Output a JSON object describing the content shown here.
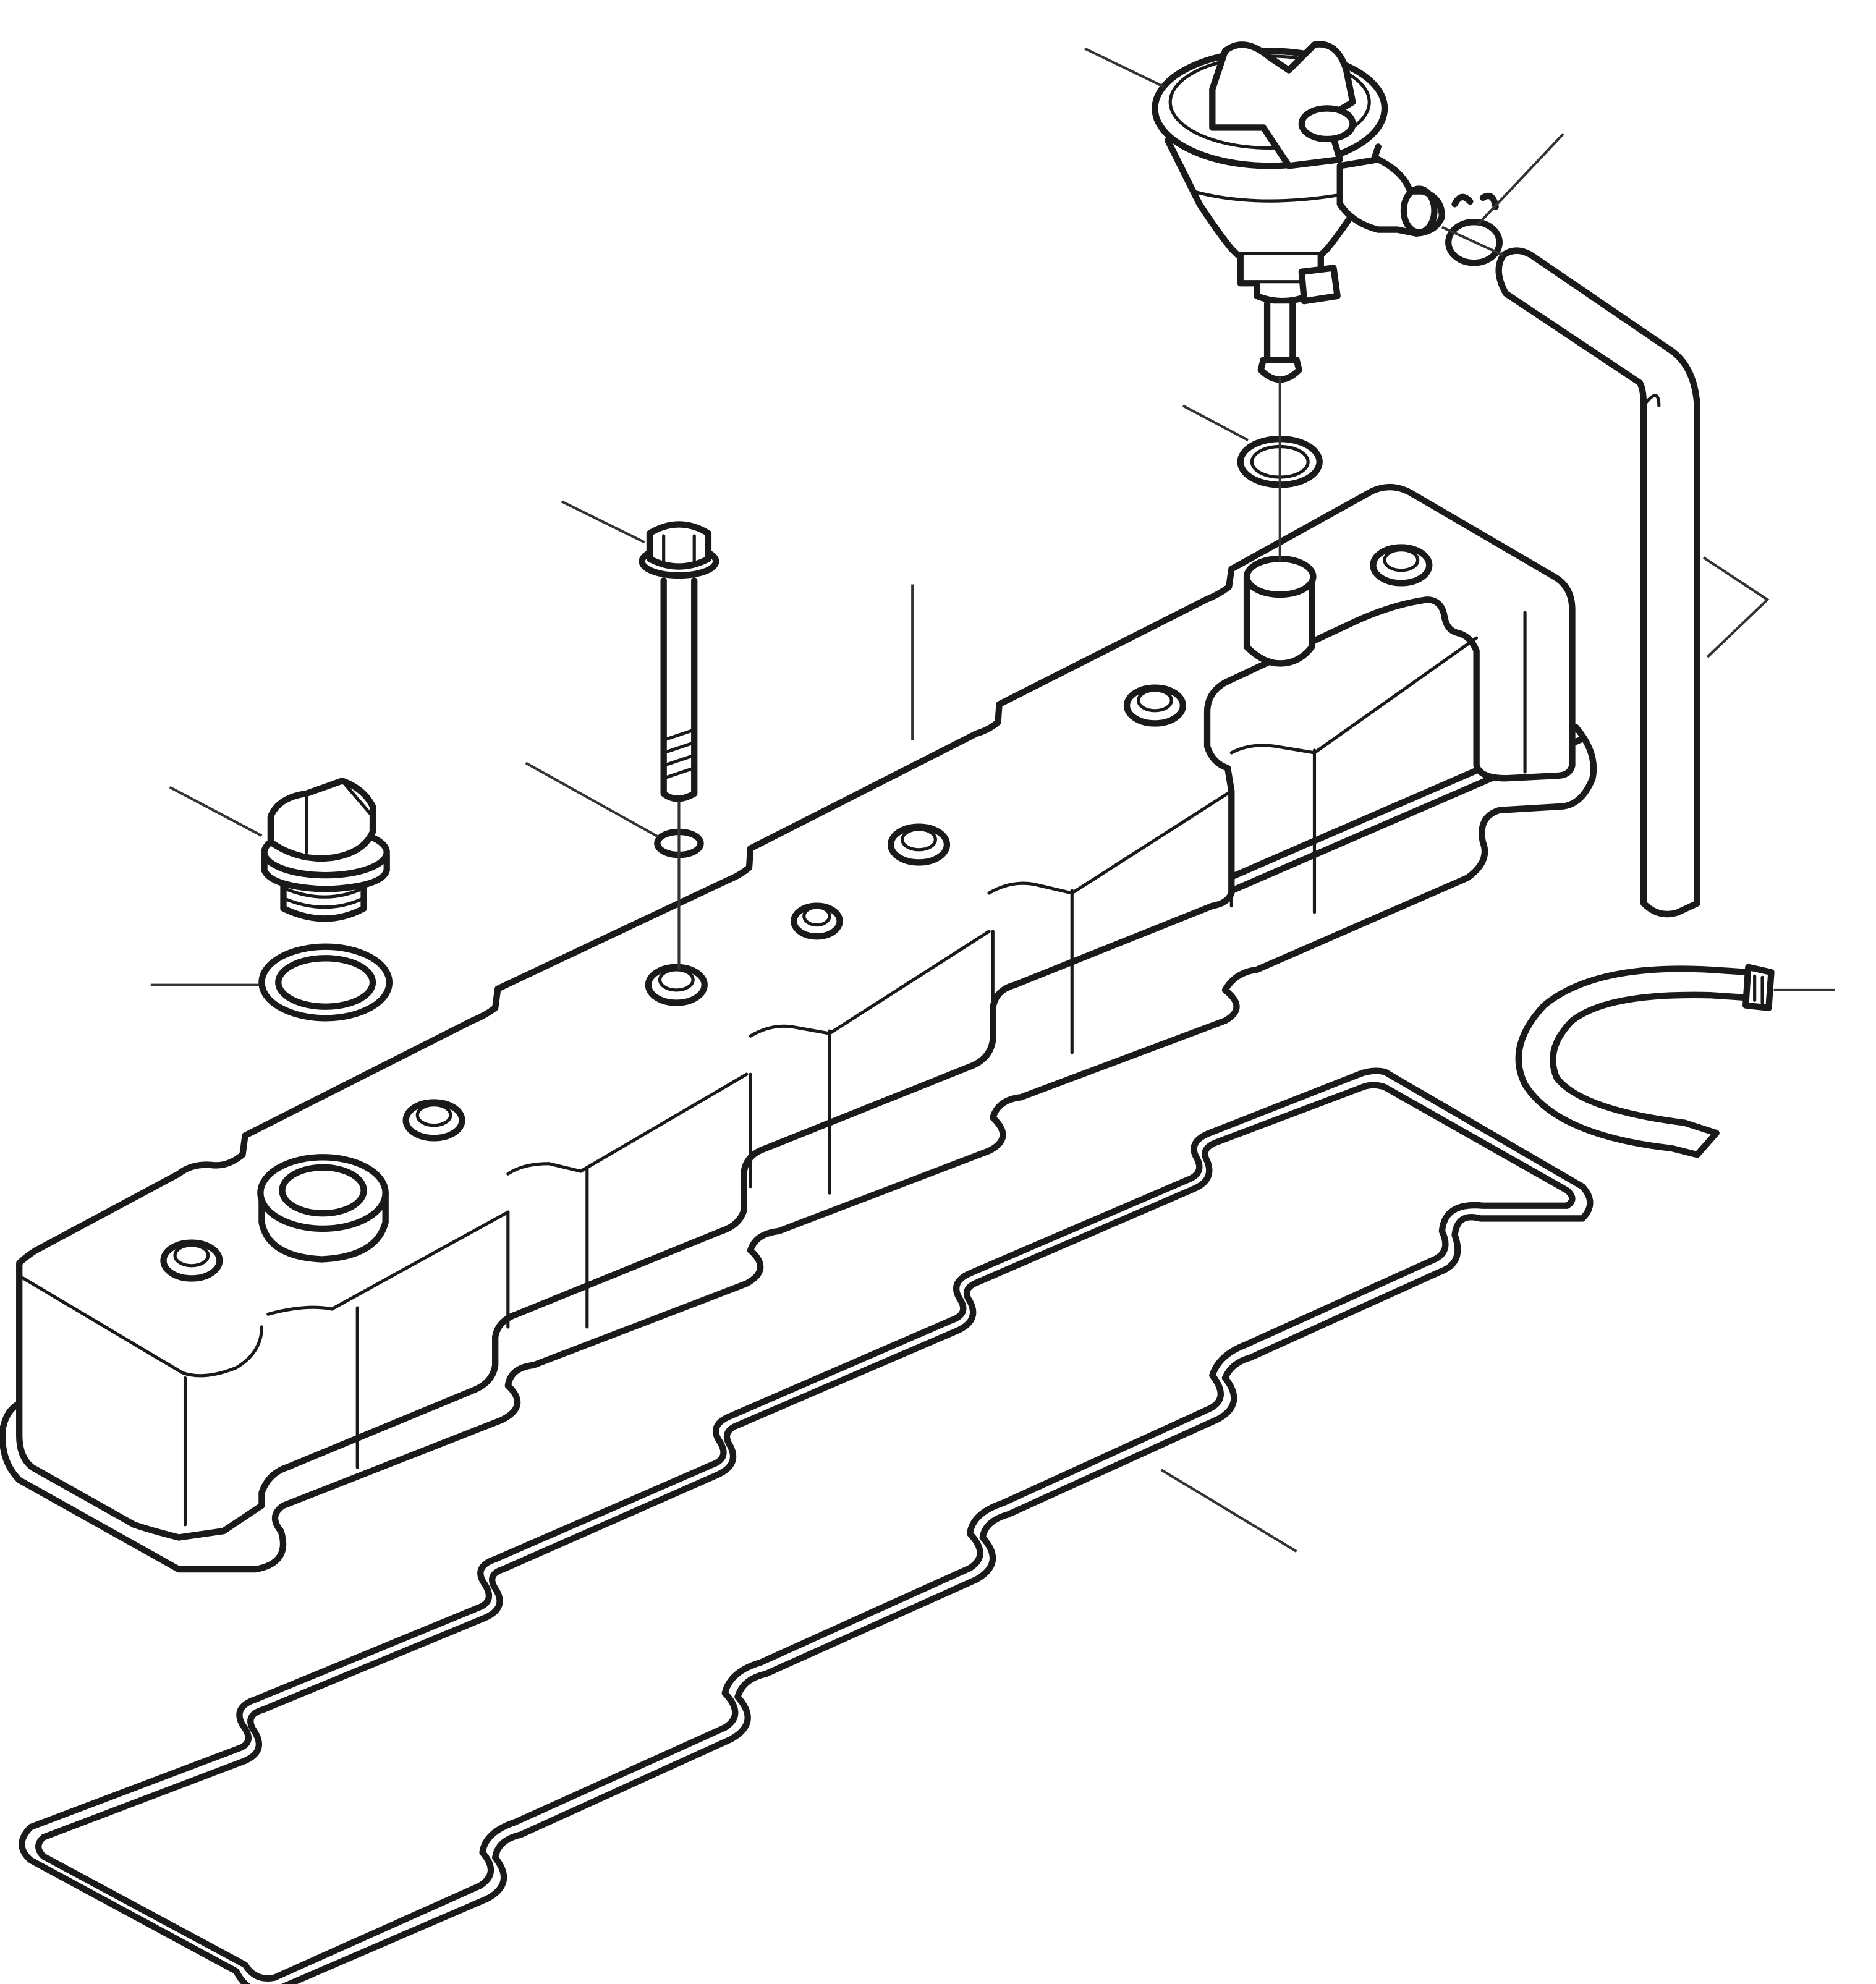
{
  "diagram": {
    "colors": {
      "line": "#1a1a1a",
      "leader": "#333333",
      "background": "#ffffff"
    },
    "parts": [
      {
        "key": "breather",
        "icon": "crankcase-breather-icon"
      },
      {
        "key": "hose-clip",
        "icon": "spring-clip-icon"
      },
      {
        "key": "breather-hose",
        "icon": "hose-icon"
      },
      {
        "key": "breather-o-ring",
        "icon": "o-ring-icon"
      },
      {
        "key": "bolt",
        "icon": "flange-bolt-icon"
      },
      {
        "key": "valve-cover",
        "icon": "valve-cover-icon"
      },
      {
        "key": "bolt-washer",
        "icon": "washer-icon"
      },
      {
        "key": "oil-filler-cap",
        "icon": "filler-cap-icon"
      },
      {
        "key": "cap-seal-ring",
        "icon": "seal-ring-icon"
      },
      {
        "key": "strap-clamp",
        "icon": "band-clamp-icon"
      },
      {
        "key": "cover-gasket",
        "icon": "gasket-icon"
      }
    ]
  }
}
